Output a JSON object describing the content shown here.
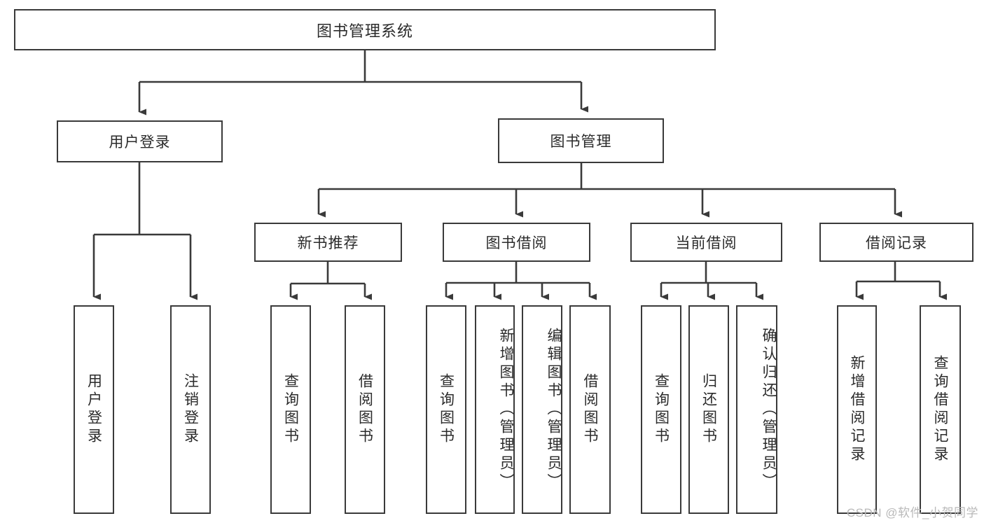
{
  "diagram": {
    "title": "图书管理系统",
    "type": "tree-hierarchy-diagram",
    "theme": {
      "box_border": "#3a3a3a",
      "box_fill": "#ffffff",
      "text": "#2b2b2b",
      "line": "#3a3a3a",
      "watermark": "#b9b9b9"
    },
    "root": {
      "label": "图书管理系统"
    },
    "level2": [
      {
        "label": "用户登录"
      },
      {
        "label": "图书管理"
      }
    ],
    "level3": [
      {
        "label": "新书推荐"
      },
      {
        "label": "图书借阅"
      },
      {
        "label": "当前借阅"
      },
      {
        "label": "借阅记录"
      }
    ],
    "leaves": {
      "user_login": [
        {
          "label": "用户登录"
        },
        {
          "label": "注销登录"
        }
      ],
      "new_book_recommend": [
        {
          "label": "查询图书"
        },
        {
          "label": "借阅图书"
        }
      ],
      "book_borrow": [
        {
          "label": "查询图书"
        },
        {
          "label": "新增图书（管理员）"
        },
        {
          "label": "编辑图书（管理员）"
        },
        {
          "label": "借阅图书"
        }
      ],
      "current_borrow": [
        {
          "label": "查询图书"
        },
        {
          "label": "归还图书"
        },
        {
          "label": "确认归还（管理员）"
        }
      ],
      "borrow_record": [
        {
          "label": "新增借阅记录"
        },
        {
          "label": "查询借阅记录"
        }
      ]
    }
  },
  "watermark": {
    "text": "CSDN @软件_小贺同学"
  }
}
